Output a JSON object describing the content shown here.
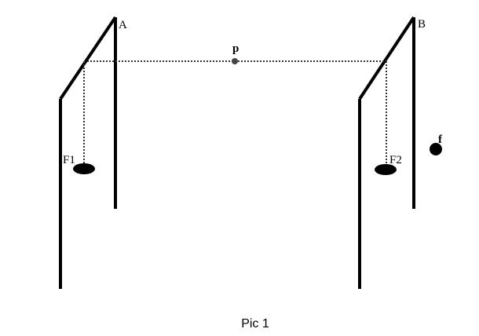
{
  "labels": {
    "A": "A",
    "B": "B",
    "p": "p",
    "F1": "F1",
    "F2": "F2",
    "f": "f"
  },
  "caption": "Pic 1",
  "colors": {
    "stroke": "#000000",
    "dotted": "#333333",
    "point_p": "#444444",
    "background": "#ffffff"
  }
}
